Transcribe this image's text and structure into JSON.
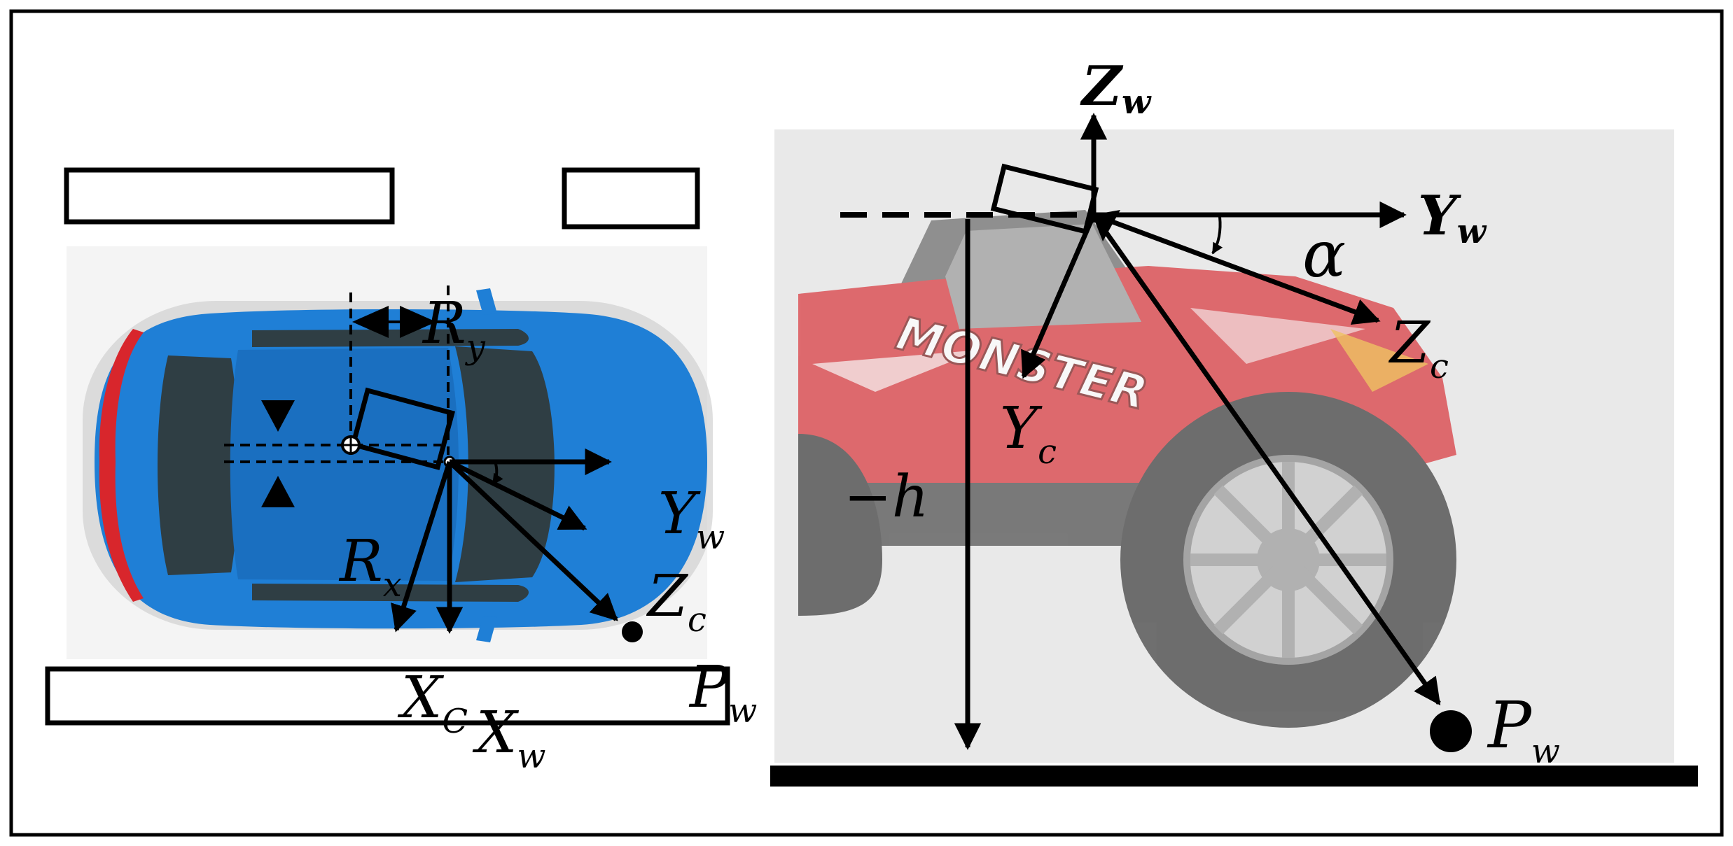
{
  "left_view": {
    "labels": {
      "ry": {
        "main": "R",
        "sub": "y"
      },
      "rx": {
        "main": "R",
        "sub": "x"
      },
      "yw": {
        "main": "Y",
        "sub": "w"
      },
      "zc": {
        "main": "Z",
        "sub": "c"
      },
      "xc": {
        "main": "X",
        "sub": "C"
      },
      "xw": {
        "main": "X",
        "sub": "w"
      },
      "pw": {
        "main": "P",
        "sub": "w"
      }
    }
  },
  "right_view": {
    "labels": {
      "zw": {
        "main": "Z",
        "sub": "w"
      },
      "yw": {
        "main": "Y",
        "sub": "w"
      },
      "alpha": "α",
      "zc": {
        "main": "Z",
        "sub": "c"
      },
      "yc": {
        "main": "Y",
        "sub": "c"
      },
      "h": "−h",
      "pw": {
        "main": "P",
        "sub": "w"
      }
    },
    "truck_text": "MONSTER"
  },
  "colors": {
    "car_body": "#1f7fd6",
    "car_window": "#2f3e44",
    "car_accent": "#d8262c",
    "truck_red": "#d8343a",
    "panel_bg": "#e9e9e9",
    "line": "#000000"
  }
}
